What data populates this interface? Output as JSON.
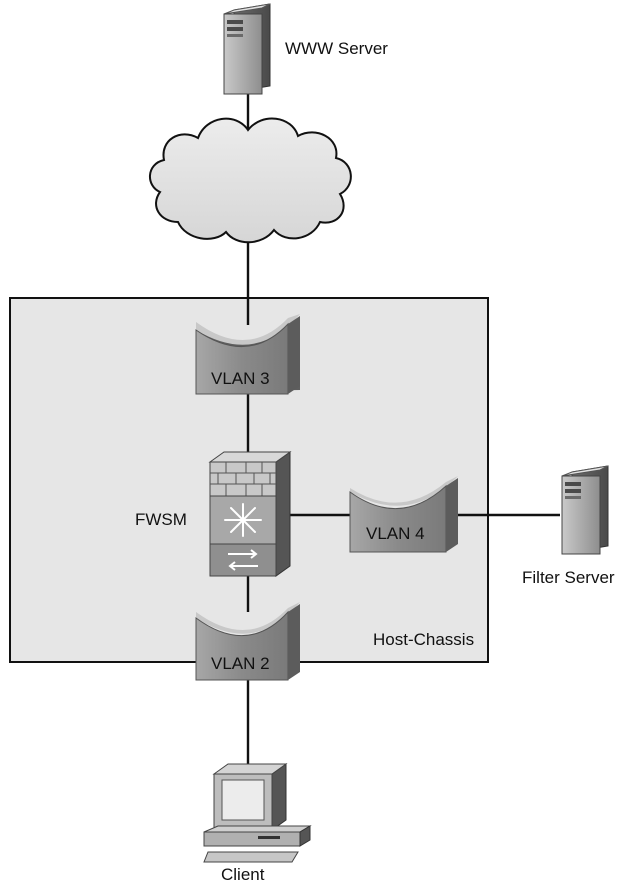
{
  "diagram": {
    "labels": {
      "www_server": "WWW Server",
      "fwsm": "FWSM",
      "filter_server": "Filter Server",
      "host_chassis": "Host-Chassis",
      "client": "Client"
    },
    "vlans": {
      "vlan3": "VLAN 3",
      "vlan4": "VLAN 4",
      "vlan2": "VLAN 2"
    },
    "icons": {
      "www_server": "server-tower-icon",
      "internet": "cloud-icon",
      "fwsm": "firewall-services-module-icon",
      "filter_server": "server-tower-icon",
      "client": "workstation-computer-icon"
    },
    "colors": {
      "chassis_fill": "#e6e6e6",
      "vlan_fill": "#8f8f8f",
      "line": "#111111"
    }
  }
}
